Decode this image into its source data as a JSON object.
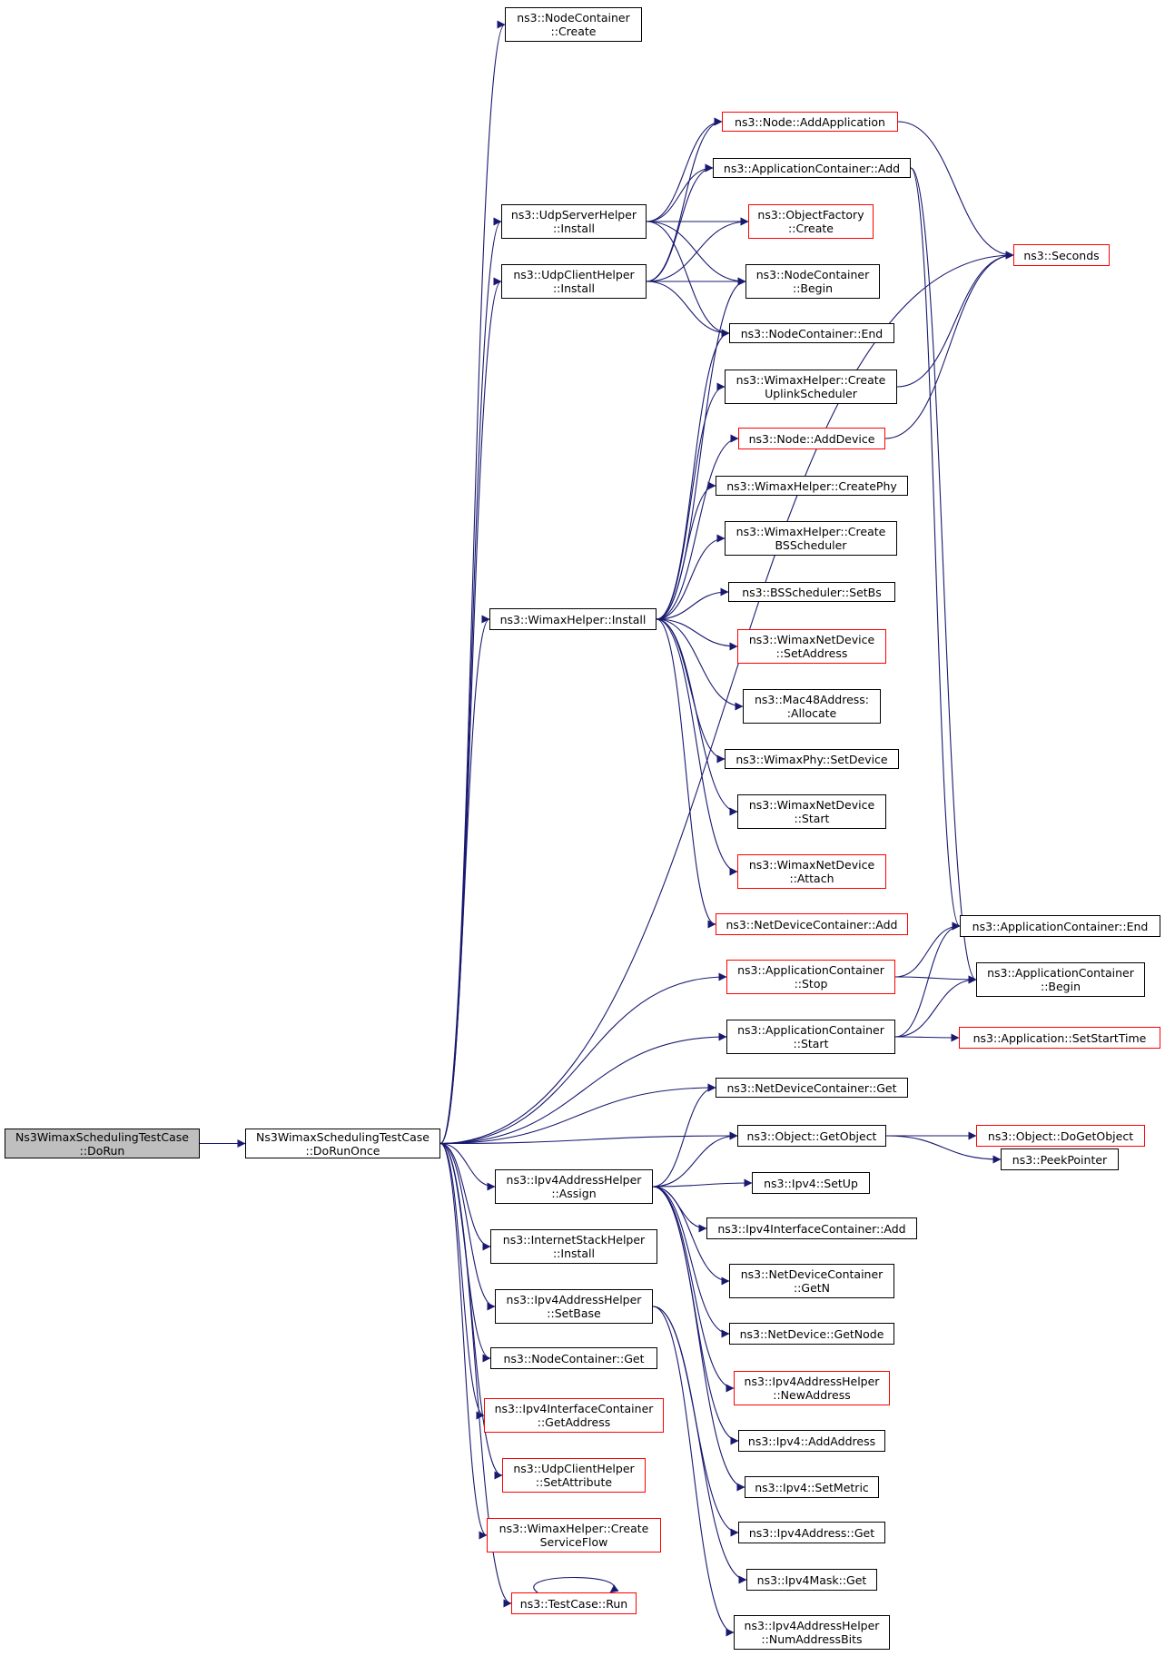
{
  "colors": {
    "edge": "#191970",
    "border": "#000000",
    "red_border": "#ff0000",
    "root_fill": "#bfbfbf"
  },
  "nodes": [
    {
      "id": "dorun",
      "lines": [
        "Ns3WimaxSchedulingTestCase",
        "::DoRun"
      ],
      "variant": "root"
    },
    {
      "id": "dorunonce",
      "lines": [
        "Ns3WimaxSchedulingTestCase",
        "::DoRunOnce"
      ],
      "variant": "normal"
    },
    {
      "id": "nc_create",
      "lines": [
        "ns3::NodeContainer",
        "::Create"
      ],
      "variant": "normal"
    },
    {
      "id": "node_addapp",
      "lines": [
        "ns3::Node::AddApplication"
      ],
      "variant": "red"
    },
    {
      "id": "appc_add",
      "lines": [
        "ns3::ApplicationContainer::Add"
      ],
      "variant": "normal"
    },
    {
      "id": "udpserver_install",
      "lines": [
        "ns3::UdpServerHelper",
        "::Install"
      ],
      "variant": "normal"
    },
    {
      "id": "objfactory_create",
      "lines": [
        "ns3::ObjectFactory",
        "::Create"
      ],
      "variant": "red"
    },
    {
      "id": "seconds",
      "lines": [
        "ns3::Seconds"
      ],
      "variant": "red"
    },
    {
      "id": "udpclient_install",
      "lines": [
        "ns3::UdpClientHelper",
        "::Install"
      ],
      "variant": "normal"
    },
    {
      "id": "nc_begin",
      "lines": [
        "ns3::NodeContainer",
        "::Begin"
      ],
      "variant": "normal"
    },
    {
      "id": "nc_end",
      "lines": [
        "ns3::NodeContainer::End"
      ],
      "variant": "normal"
    },
    {
      "id": "wh_createul",
      "lines": [
        "ns3::WimaxHelper::Create",
        "UplinkScheduler"
      ],
      "variant": "normal"
    },
    {
      "id": "node_adddevice",
      "lines": [
        "ns3::Node::AddDevice"
      ],
      "variant": "red"
    },
    {
      "id": "wh_createphy",
      "lines": [
        "ns3::WimaxHelper::CreatePhy"
      ],
      "variant": "normal"
    },
    {
      "id": "wh_createbs",
      "lines": [
        "ns3::WimaxHelper::Create",
        "BSScheduler"
      ],
      "variant": "normal"
    },
    {
      "id": "wh_install",
      "lines": [
        "ns3::WimaxHelper::Install"
      ],
      "variant": "normal"
    },
    {
      "id": "bs_setbs",
      "lines": [
        "ns3::BSScheduler::SetBs"
      ],
      "variant": "normal"
    },
    {
      "id": "wnd_setaddress",
      "lines": [
        "ns3::WimaxNetDevice",
        "::SetAddress"
      ],
      "variant": "red"
    },
    {
      "id": "mac48_allocate",
      "lines": [
        "ns3::Mac48Address:",
        ":Allocate"
      ],
      "variant": "normal"
    },
    {
      "id": "wphy_setdevice",
      "lines": [
        "ns3::WimaxPhy::SetDevice"
      ],
      "variant": "normal"
    },
    {
      "id": "wnd_start",
      "lines": [
        "ns3::WimaxNetDevice",
        "::Start"
      ],
      "variant": "normal"
    },
    {
      "id": "wnd_attach",
      "lines": [
        "ns3::WimaxNetDevice",
        "::Attach"
      ],
      "variant": "red"
    },
    {
      "id": "ndc_add",
      "lines": [
        "ns3::NetDeviceContainer::Add"
      ],
      "variant": "red"
    },
    {
      "id": "appc_end",
      "lines": [
        "ns3::ApplicationContainer::End"
      ],
      "variant": "normal"
    },
    {
      "id": "appc_stop",
      "lines": [
        "ns3::ApplicationContainer",
        "::Stop"
      ],
      "variant": "red"
    },
    {
      "id": "appc_begin",
      "lines": [
        "ns3::ApplicationContainer",
        "::Begin"
      ],
      "variant": "normal"
    },
    {
      "id": "appc_start",
      "lines": [
        "ns3::ApplicationContainer",
        "::Start"
      ],
      "variant": "normal"
    },
    {
      "id": "app_setstarttime",
      "lines": [
        "ns3::Application::SetStartTime"
      ],
      "variant": "red"
    },
    {
      "id": "ndc_get",
      "lines": [
        "ns3::NetDeviceContainer::Get"
      ],
      "variant": "normal"
    },
    {
      "id": "obj_dogetobject",
      "lines": [
        "ns3::Object::DoGetObject"
      ],
      "variant": "red"
    },
    {
      "id": "obj_getobject",
      "lines": [
        "ns3::Object::GetObject"
      ],
      "variant": "normal"
    },
    {
      "id": "peekpointer",
      "lines": [
        "ns3::PeekPointer"
      ],
      "variant": "normal"
    },
    {
      "id": "ipv4ah_assign",
      "lines": [
        "ns3::Ipv4AddressHelper",
        "::Assign"
      ],
      "variant": "normal"
    },
    {
      "id": "ipv4_setup",
      "lines": [
        "ns3::Ipv4::SetUp"
      ],
      "variant": "normal"
    },
    {
      "id": "ipv4ic_add",
      "lines": [
        "ns3::Ipv4InterfaceContainer::Add"
      ],
      "variant": "normal"
    },
    {
      "id": "ish_install",
      "lines": [
        "ns3::InternetStackHelper",
        "::Install"
      ],
      "variant": "normal"
    },
    {
      "id": "ndc_getn",
      "lines": [
        "ns3::NetDeviceContainer",
        "::GetN"
      ],
      "variant": "normal"
    },
    {
      "id": "ipv4ah_setbase",
      "lines": [
        "ns3::Ipv4AddressHelper",
        "::SetBase"
      ],
      "variant": "normal"
    },
    {
      "id": "nd_getnode",
      "lines": [
        "ns3::NetDevice::GetNode"
      ],
      "variant": "normal"
    },
    {
      "id": "nc_get",
      "lines": [
        "ns3::NodeContainer::Get"
      ],
      "variant": "normal"
    },
    {
      "id": "ipv4ah_newaddress",
      "lines": [
        "ns3::Ipv4AddressHelper",
        "::NewAddress"
      ],
      "variant": "red"
    },
    {
      "id": "ipv4ic_getaddress",
      "lines": [
        "ns3::Ipv4InterfaceContainer",
        "::GetAddress"
      ],
      "variant": "red"
    },
    {
      "id": "ipv4_addaddress",
      "lines": [
        "ns3::Ipv4::AddAddress"
      ],
      "variant": "normal"
    },
    {
      "id": "udpclient_setattr",
      "lines": [
        "ns3::UdpClientHelper",
        "::SetAttribute"
      ],
      "variant": "red"
    },
    {
      "id": "ipv4_setmetric",
      "lines": [
        "ns3::Ipv4::SetMetric"
      ],
      "variant": "normal"
    },
    {
      "id": "wh_createsf",
      "lines": [
        "ns3::WimaxHelper::Create",
        "ServiceFlow"
      ],
      "variant": "red"
    },
    {
      "id": "ipv4addr_get",
      "lines": [
        "ns3::Ipv4Address::Get"
      ],
      "variant": "normal"
    },
    {
      "id": "ipv4mask_get",
      "lines": [
        "ns3::Ipv4Mask::Get"
      ],
      "variant": "normal"
    },
    {
      "id": "testcase_run",
      "lines": [
        "ns3::TestCase::Run"
      ],
      "variant": "red"
    },
    {
      "id": "ipv4ah_numaddrbits",
      "lines": [
        "ns3::Ipv4AddressHelper",
        "::NumAddressBits"
      ],
      "variant": "normal"
    }
  ],
  "edges": [
    [
      "dorun",
      "dorunonce"
    ],
    [
      "dorunonce",
      "nc_create"
    ],
    [
      "dorunonce",
      "seconds"
    ],
    [
      "dorunonce",
      "udpserver_install"
    ],
    [
      "dorunonce",
      "udpclient_install"
    ],
    [
      "dorunonce",
      "wh_install"
    ],
    [
      "dorunonce",
      "appc_stop"
    ],
    [
      "dorunonce",
      "appc_start"
    ],
    [
      "dorunonce",
      "ndc_get"
    ],
    [
      "dorunonce",
      "obj_getobject"
    ],
    [
      "dorunonce",
      "ipv4ah_assign"
    ],
    [
      "dorunonce",
      "ish_install"
    ],
    [
      "dorunonce",
      "ipv4ah_setbase"
    ],
    [
      "dorunonce",
      "nc_get"
    ],
    [
      "dorunonce",
      "ipv4ic_getaddress"
    ],
    [
      "dorunonce",
      "udpclient_setattr"
    ],
    [
      "dorunonce",
      "wh_createsf"
    ],
    [
      "dorunonce",
      "testcase_run"
    ],
    [
      "udpserver_install",
      "node_addapp"
    ],
    [
      "udpserver_install",
      "appc_add"
    ],
    [
      "udpserver_install",
      "objfactory_create"
    ],
    [
      "udpserver_install",
      "nc_begin"
    ],
    [
      "udpserver_install",
      "nc_end"
    ],
    [
      "udpclient_install",
      "node_addapp"
    ],
    [
      "udpclient_install",
      "appc_add"
    ],
    [
      "udpclient_install",
      "objfactory_create"
    ],
    [
      "udpclient_install",
      "nc_begin"
    ],
    [
      "udpclient_install",
      "nc_end"
    ],
    [
      "node_addapp",
      "seconds"
    ],
    [
      "appc_add",
      "appc_end"
    ],
    [
      "appc_add",
      "appc_begin"
    ],
    [
      "wh_createul",
      "seconds"
    ],
    [
      "node_adddevice",
      "seconds"
    ],
    [
      "wh_install",
      "nc_begin"
    ],
    [
      "wh_install",
      "nc_end"
    ],
    [
      "wh_install",
      "wh_createul"
    ],
    [
      "wh_install",
      "node_adddevice"
    ],
    [
      "wh_install",
      "wh_createphy"
    ],
    [
      "wh_install",
      "wh_createbs"
    ],
    [
      "wh_install",
      "bs_setbs"
    ],
    [
      "wh_install",
      "wnd_setaddress"
    ],
    [
      "wh_install",
      "mac48_allocate"
    ],
    [
      "wh_install",
      "wphy_setdevice"
    ],
    [
      "wh_install",
      "wnd_start"
    ],
    [
      "wh_install",
      "wnd_attach"
    ],
    [
      "wh_install",
      "ndc_add"
    ],
    [
      "appc_stop",
      "appc_end"
    ],
    [
      "appc_stop",
      "appc_begin"
    ],
    [
      "appc_start",
      "appc_end"
    ],
    [
      "appc_start",
      "appc_begin"
    ],
    [
      "appc_start",
      "app_setstarttime"
    ],
    [
      "obj_getobject",
      "obj_dogetobject"
    ],
    [
      "obj_getobject",
      "peekpointer"
    ],
    [
      "ipv4ah_assign",
      "ndc_get"
    ],
    [
      "ipv4ah_assign",
      "obj_getobject"
    ],
    [
      "ipv4ah_assign",
      "ipv4_setup"
    ],
    [
      "ipv4ah_assign",
      "ipv4ic_add"
    ],
    [
      "ipv4ah_assign",
      "ndc_getn"
    ],
    [
      "ipv4ah_assign",
      "nd_getnode"
    ],
    [
      "ipv4ah_assign",
      "ipv4ah_newaddress"
    ],
    [
      "ipv4ah_assign",
      "ipv4_addaddress"
    ],
    [
      "ipv4ah_assign",
      "ipv4_setmetric"
    ],
    [
      "ipv4ah_setbase",
      "ipv4addr_get"
    ],
    [
      "ipv4ah_setbase",
      "ipv4mask_get"
    ],
    [
      "ipv4ah_setbase",
      "ipv4ah_numaddrbits"
    ],
    [
      "testcase_run",
      "testcase_run"
    ]
  ]
}
